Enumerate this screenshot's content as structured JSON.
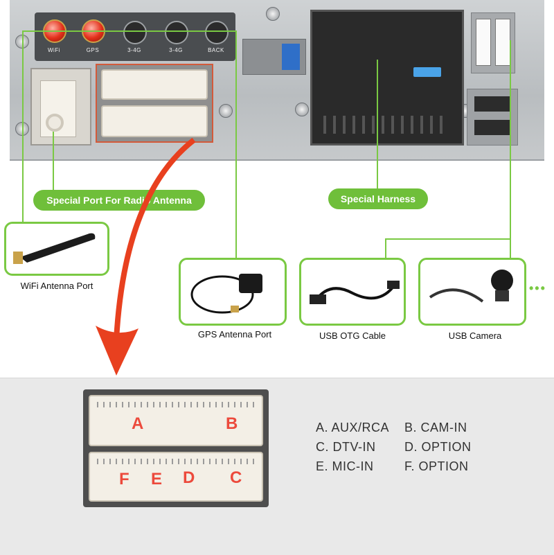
{
  "ports": {
    "wifi": "WiFi",
    "gps": "GPS",
    "cam": "3-4G",
    "cam2": "3-4G",
    "back": "BACK"
  },
  "labels": {
    "radio_antenna": "Special Port For Radio Antenna",
    "harness": "Special Harness"
  },
  "accessories": {
    "wifi_antenna": "WiFi Antenna Port",
    "gps_antenna": "GPS Antenna Port",
    "usb_otg": "USB OTG Cable",
    "usb_camera": "USB Camera",
    "more": "•••"
  },
  "connector_letters": [
    "A",
    "B",
    "F",
    "E",
    "D",
    "C"
  ],
  "legend": {
    "a": "A. AUX/RCA",
    "b": "B. CAM-IN",
    "c": "C. DTV-IN",
    "d": "D. OPTION",
    "e": "E. MIC-IN",
    "f": "F. OPTION"
  },
  "colors": {
    "accent_green": "#7ac943",
    "arrow_red": "#e8401f",
    "letter_red": "#ec4a3c"
  }
}
